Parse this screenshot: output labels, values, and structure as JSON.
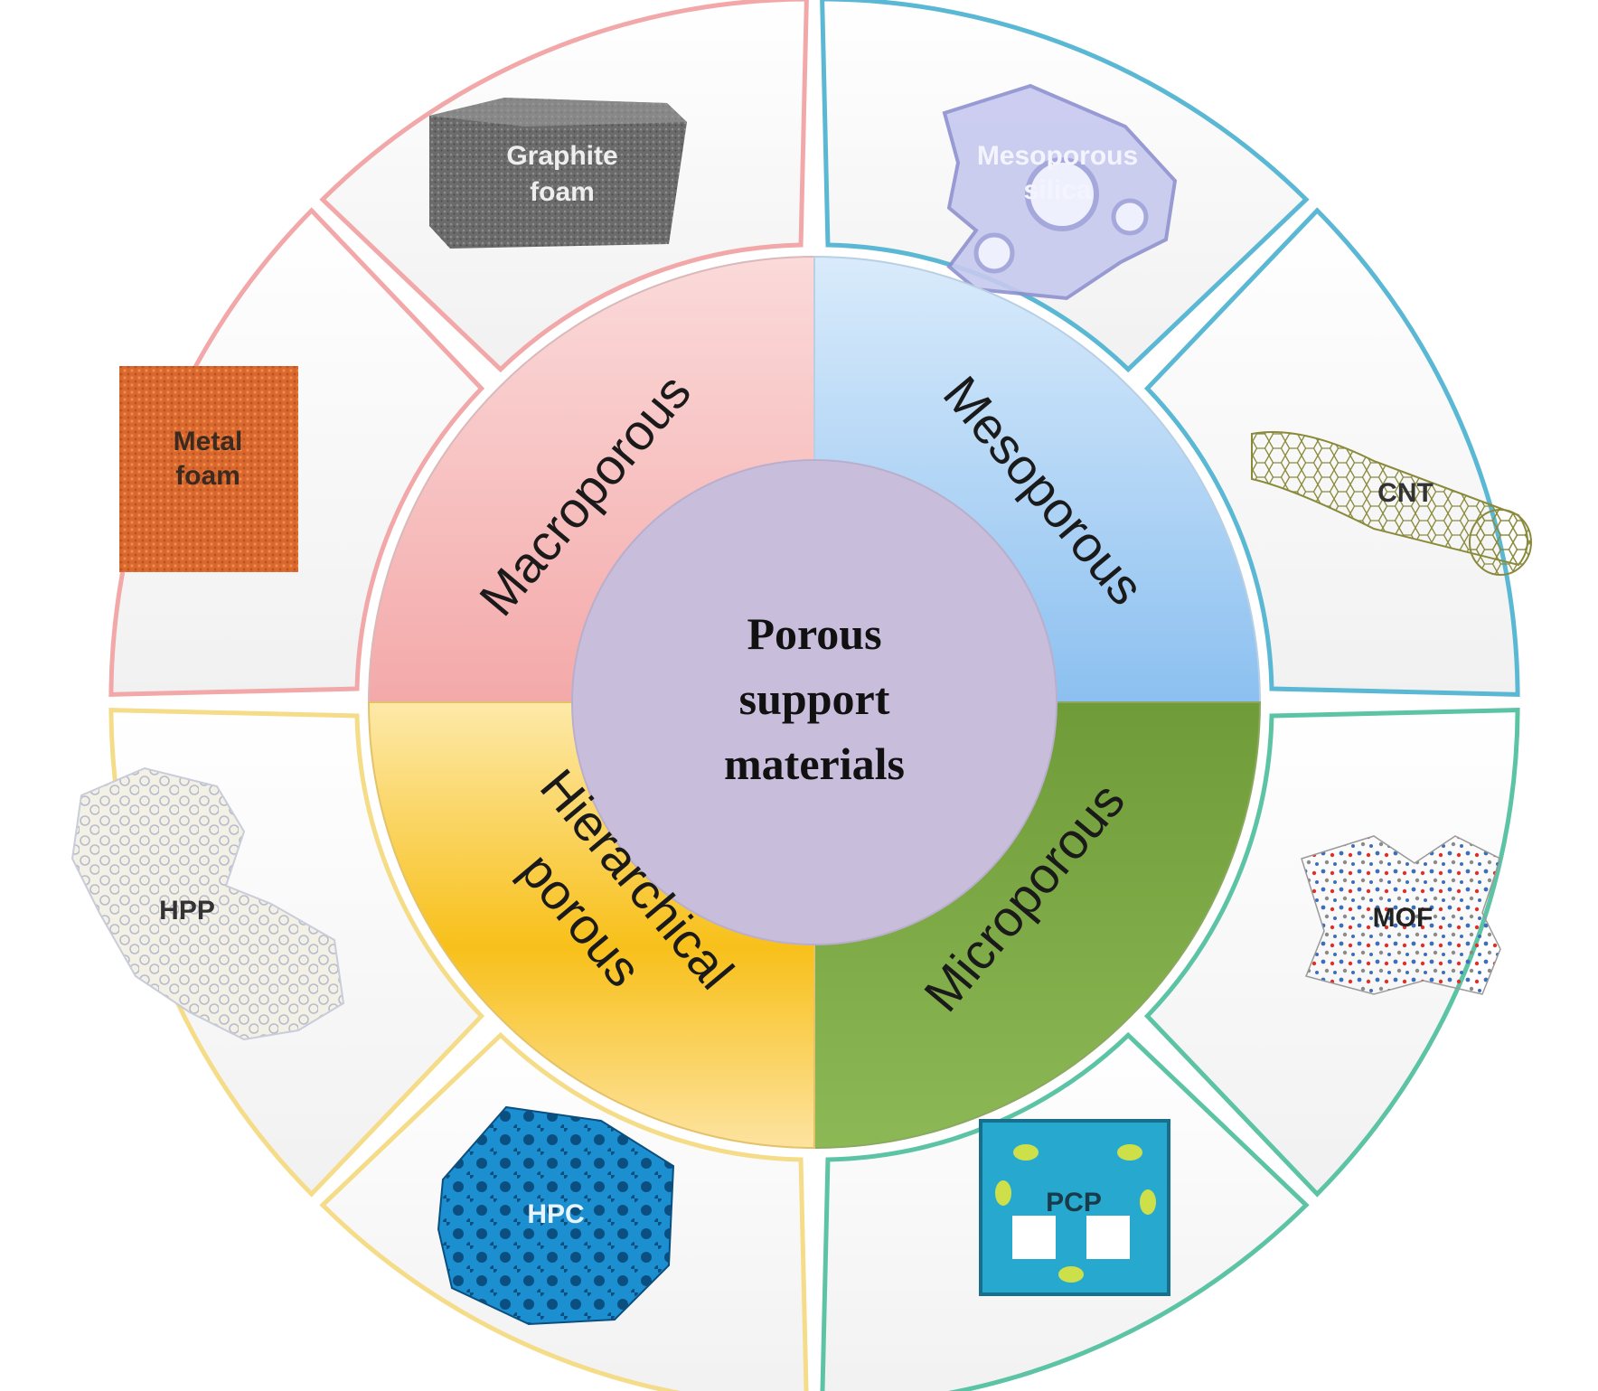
{
  "center": {
    "line1": "Porous",
    "line2": "support",
    "line3": "materials"
  },
  "categories": {
    "macro": "Macroporous",
    "meso": "Mesoporous",
    "micro": "Microporous",
    "hier_line1": "Hierarchical",
    "hier_line2": "porous"
  },
  "materials": {
    "graphite_line1": "Graphite",
    "graphite_line2": "foam",
    "metal_line1": "Metal",
    "metal_line2": "foam",
    "silica_line1": "Mesoporous",
    "silica_line2": "silica",
    "cnt": "CNT",
    "mof": "MOF",
    "pcp": "PCP",
    "hpc": "HPC",
    "hpp": "HPP"
  },
  "colors": {
    "macro": "#f5b5b5",
    "meso": "#9fcaf2",
    "micro": "#78a83e",
    "hier": "#f7c21a",
    "center": "#c8bedb",
    "macro_border": "#f2a8a8",
    "meso_border": "#5bb8d4",
    "micro_border": "#5cc4a4",
    "hier_border": "#f5dc88"
  }
}
